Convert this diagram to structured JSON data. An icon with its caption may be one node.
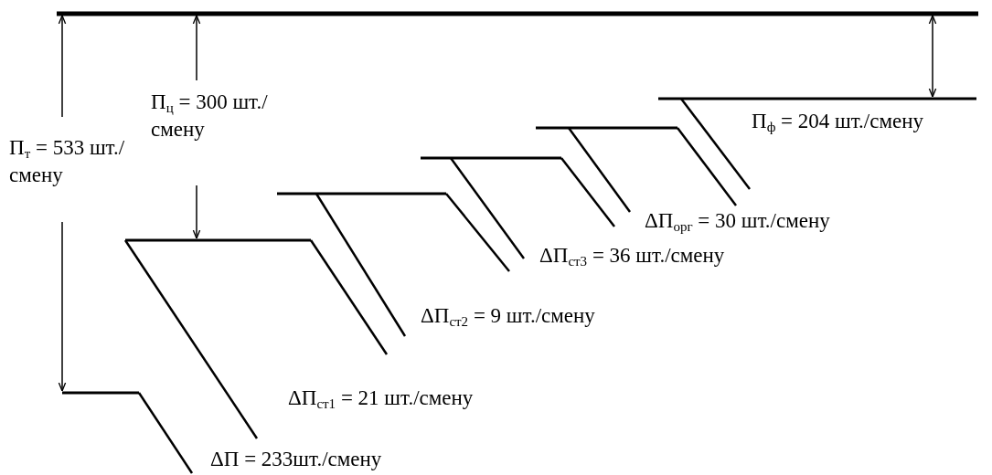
{
  "diagram": {
    "labels": [
      "П$_{т}$ = 533 шт./смену",
      "П$_{ц}$ = 300 шт./смену",
      "П$_{ф}$ = 204 шт./смену",
      "ΔП$_{орг}$ = 30 шт./смену",
      "ΔП$_{ст3}$ = 36 шт./смену",
      "ΔП$_{ст2}$ = 9 шт./смену",
      "ΔП$_{ст1}$ = 21 шт./смену",
      "ΔП = 233шт./смену"
    ]
  }
}
